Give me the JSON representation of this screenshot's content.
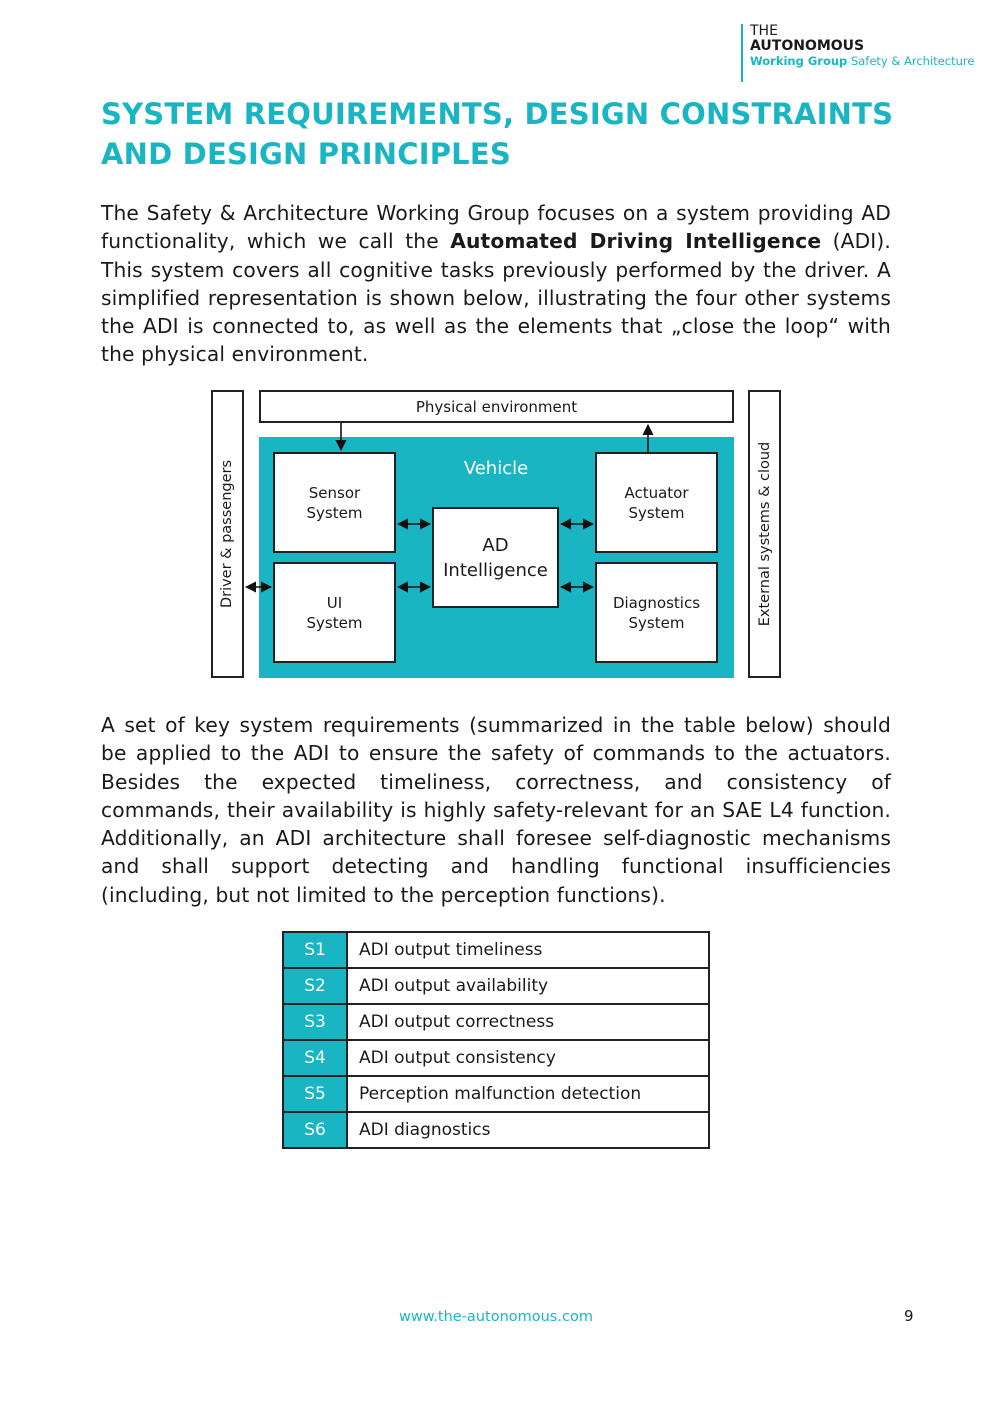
{
  "header": {
    "logo_line1": "THE",
    "logo_line2": "AUTONOMOUS",
    "logo_line3_bold": "Working Group",
    "logo_line3_rest": " Safety & Architecture",
    "accent_color": "#1ab5c3"
  },
  "title": "SYSTEM REQUIREMENTS, DESIGN CONSTRAINTS AND DESIGN PRINCIPLES",
  "paragraph1": {
    "before": "The Safety & Architecture Working Group focuses on a system providing AD functionality, which we call the ",
    "bold": "Automated Driving Intelligence",
    "after": " (ADI). This system covers all cognitive tasks previously performed by the driver. A simplified representation is shown below, illustrating the four other systems the ADI is connected to, as well as the elements that „close the loop“ with the physical environment."
  },
  "diagram": {
    "physical_environment": "Physical environment",
    "vehicle": "Vehicle",
    "sensor_system": "Sensor\nSystem",
    "ui_system": "UI\nSystem",
    "ad_intelligence": "AD\nIntelligence",
    "actuator_system": "Actuator\nSystem",
    "diagnostics_system": "Diagnostics\nSystem",
    "driver_passengers": "Driver & passengers",
    "external_systems": "External systems & cloud"
  },
  "paragraph2": "A set of key system requirements (summarized in the table below) should be applied to the ADI to ensure the safety of commands to the actuators. Besides the expected timeliness, correctness, and consistency of commands, their availability is highly safety-relevant for an SAE L4 function. Additionally, an ADI architecture shall foresee self-diagnostic mechanisms and shall support detecting and handling functional insufficiencies (including, but not limited to the perception functions).",
  "requirements": [
    {
      "code": "S1",
      "text": "ADI output timeliness"
    },
    {
      "code": "S2",
      "text": "ADI output availability"
    },
    {
      "code": "S3",
      "text": "ADI output correctness"
    },
    {
      "code": "S4",
      "text": "ADI output consistency"
    },
    {
      "code": "S5",
      "text": "Perception malfunction detection"
    },
    {
      "code": "S6",
      "text": "ADI diagnostics"
    }
  ],
  "footer": {
    "url": "www.the-autonomous.com",
    "page": "9"
  }
}
